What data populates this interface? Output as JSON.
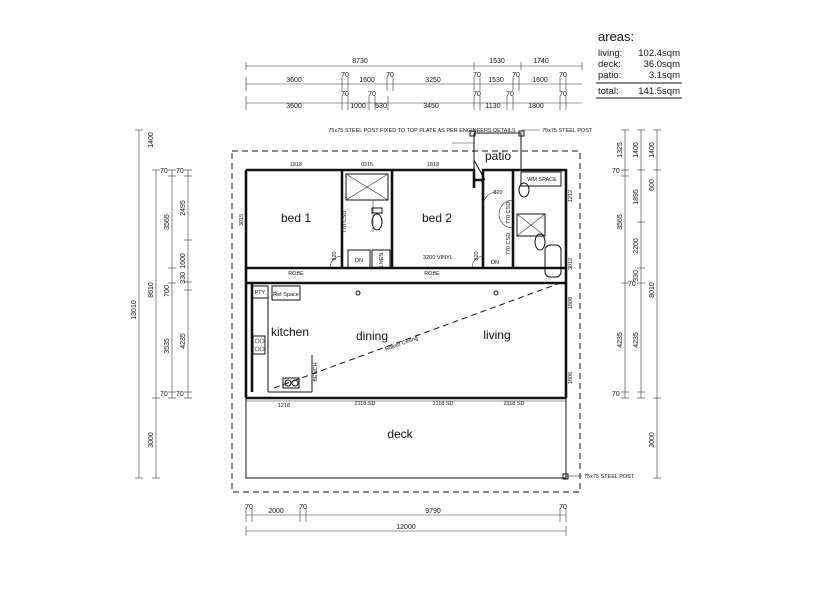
{
  "areas": {
    "heading": "areas:",
    "rows": [
      {
        "label": "living:",
        "value": "102.4sqm"
      },
      {
        "label": "deck:",
        "value": "36.0sqm"
      },
      {
        "label": "patio:",
        "value": "3.1sqm"
      },
      {
        "label": "total:",
        "value": "141.5sqm"
      }
    ]
  },
  "rooms": {
    "bed1": "bed 1",
    "bed2": "bed 2",
    "patio": "patio",
    "kitchen": "kitchen",
    "dining": "dining",
    "living": "living",
    "deck": "deck"
  },
  "labels": {
    "robe": "ROBE",
    "dn": "DN",
    "lnen": "LNEN",
    "wm_space": "WM SPACE",
    "pty": "PTY",
    "ref_space": "Ref Space",
    "raked_ceiling": "Raked Ceiling",
    "vinyl": "3200 VINYL",
    "bench": "BENCH",
    "steel_post_note": "75x75 STEEL POST FIXED TO TOP PLATE AS PER ENGINEERS DETAILS",
    "steel_post": "75x75 STEEL POST",
    "steel_post_bottom": "75x75 STEEL POST",
    "csd": "770 CSD",
    "sd": "2118 SD",
    "w1818": "1818",
    "w0315": "0315",
    "w820": "820",
    "w1212": "1212",
    "w3015": "3015",
    "w1808": "1808",
    "w1806": "1806",
    "w1218": "1218",
    "w3012": "3012"
  },
  "dims_top": {
    "row1": [
      "8730",
      "1530",
      "1740"
    ],
    "row2": [
      "3600",
      "70",
      "1600",
      "70",
      "3250",
      "70",
      "1530",
      "70",
      "1600",
      "70"
    ],
    "row3": [
      "3600",
      "70",
      "1000",
      "70",
      "530",
      "3450",
      "70",
      "1130",
      "70",
      "1800",
      "70"
    ]
  },
  "dims_bottom": {
    "row1": [
      "70",
      "2000",
      "70",
      "9790",
      "70"
    ],
    "row2": [
      "12000"
    ]
  },
  "dims_left": {
    "overall": "13010",
    "sub": "8610",
    "parts": [
      "1400",
      "3565",
      "2495",
      "1600",
      "330",
      "700",
      "4235",
      "3535",
      "3000"
    ],
    "ticks": "70"
  },
  "dims_right": {
    "overall": "8010",
    "parts": [
      "1400",
      "1325",
      "3565",
      "1895",
      "2200",
      "330",
      "4235",
      "600",
      "3000"
    ],
    "ticks": "70"
  }
}
